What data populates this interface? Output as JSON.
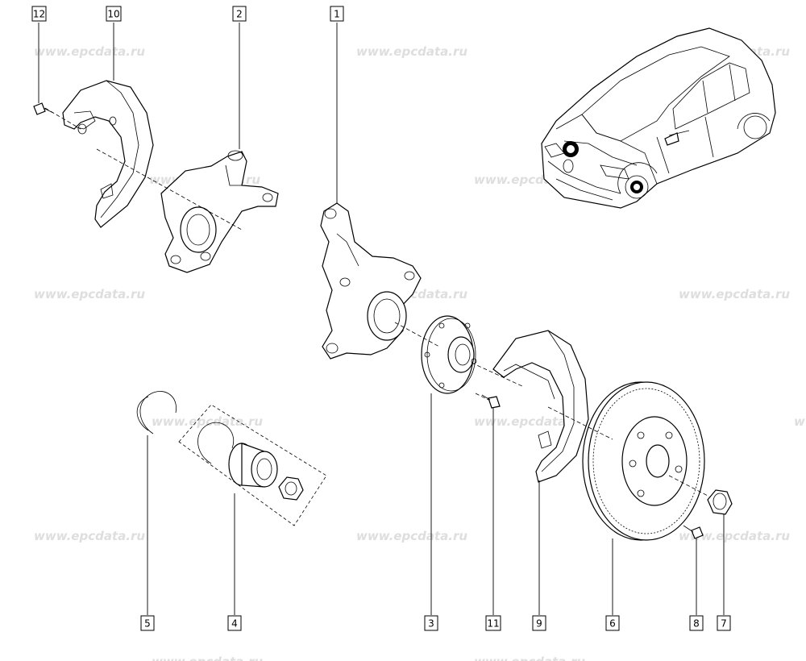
{
  "watermark": "www.epcdata.ru",
  "callouts": {
    "p1": "1",
    "p2": "2",
    "p3": "3",
    "p4": "4",
    "p5": "5",
    "p6": "6",
    "p7": "7",
    "p8": "8",
    "p9": "9",
    "p10": "10",
    "p11": "11",
    "p12": "12"
  },
  "colors": {
    "line": "#000000",
    "watermark": "#dedede",
    "background": "#ffffff"
  }
}
